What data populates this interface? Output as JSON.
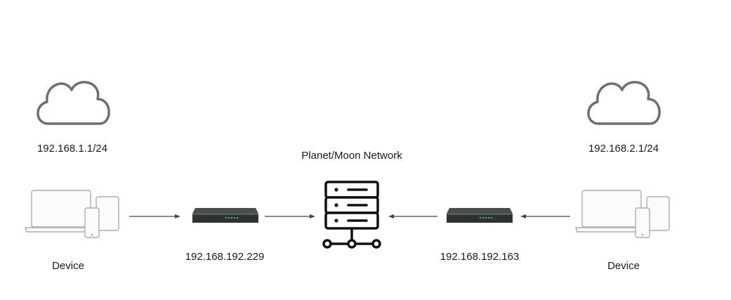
{
  "labels": {
    "left_cloud_subnet": "192.168.1.1/24",
    "right_cloud_subnet": "192.168.2.1/24",
    "network_name": "Planet/Moon Network",
    "left_router_ip": "192.168.192.229",
    "right_router_ip": "192.168.192.163",
    "left_device": "Device",
    "right_device": "Device"
  },
  "colors": {
    "cloud_stroke": "#6b6f78",
    "device_stroke": "#a9adb5",
    "router_body": "#2f3131",
    "router_led": "#37c36a",
    "server_stroke": "#111111",
    "arrow": "#444444"
  },
  "icons": {
    "clouds": "cloud-icon",
    "devices": "laptop-phone-tablet-icon",
    "routers": "router-icon",
    "center": "server-network-icon"
  }
}
